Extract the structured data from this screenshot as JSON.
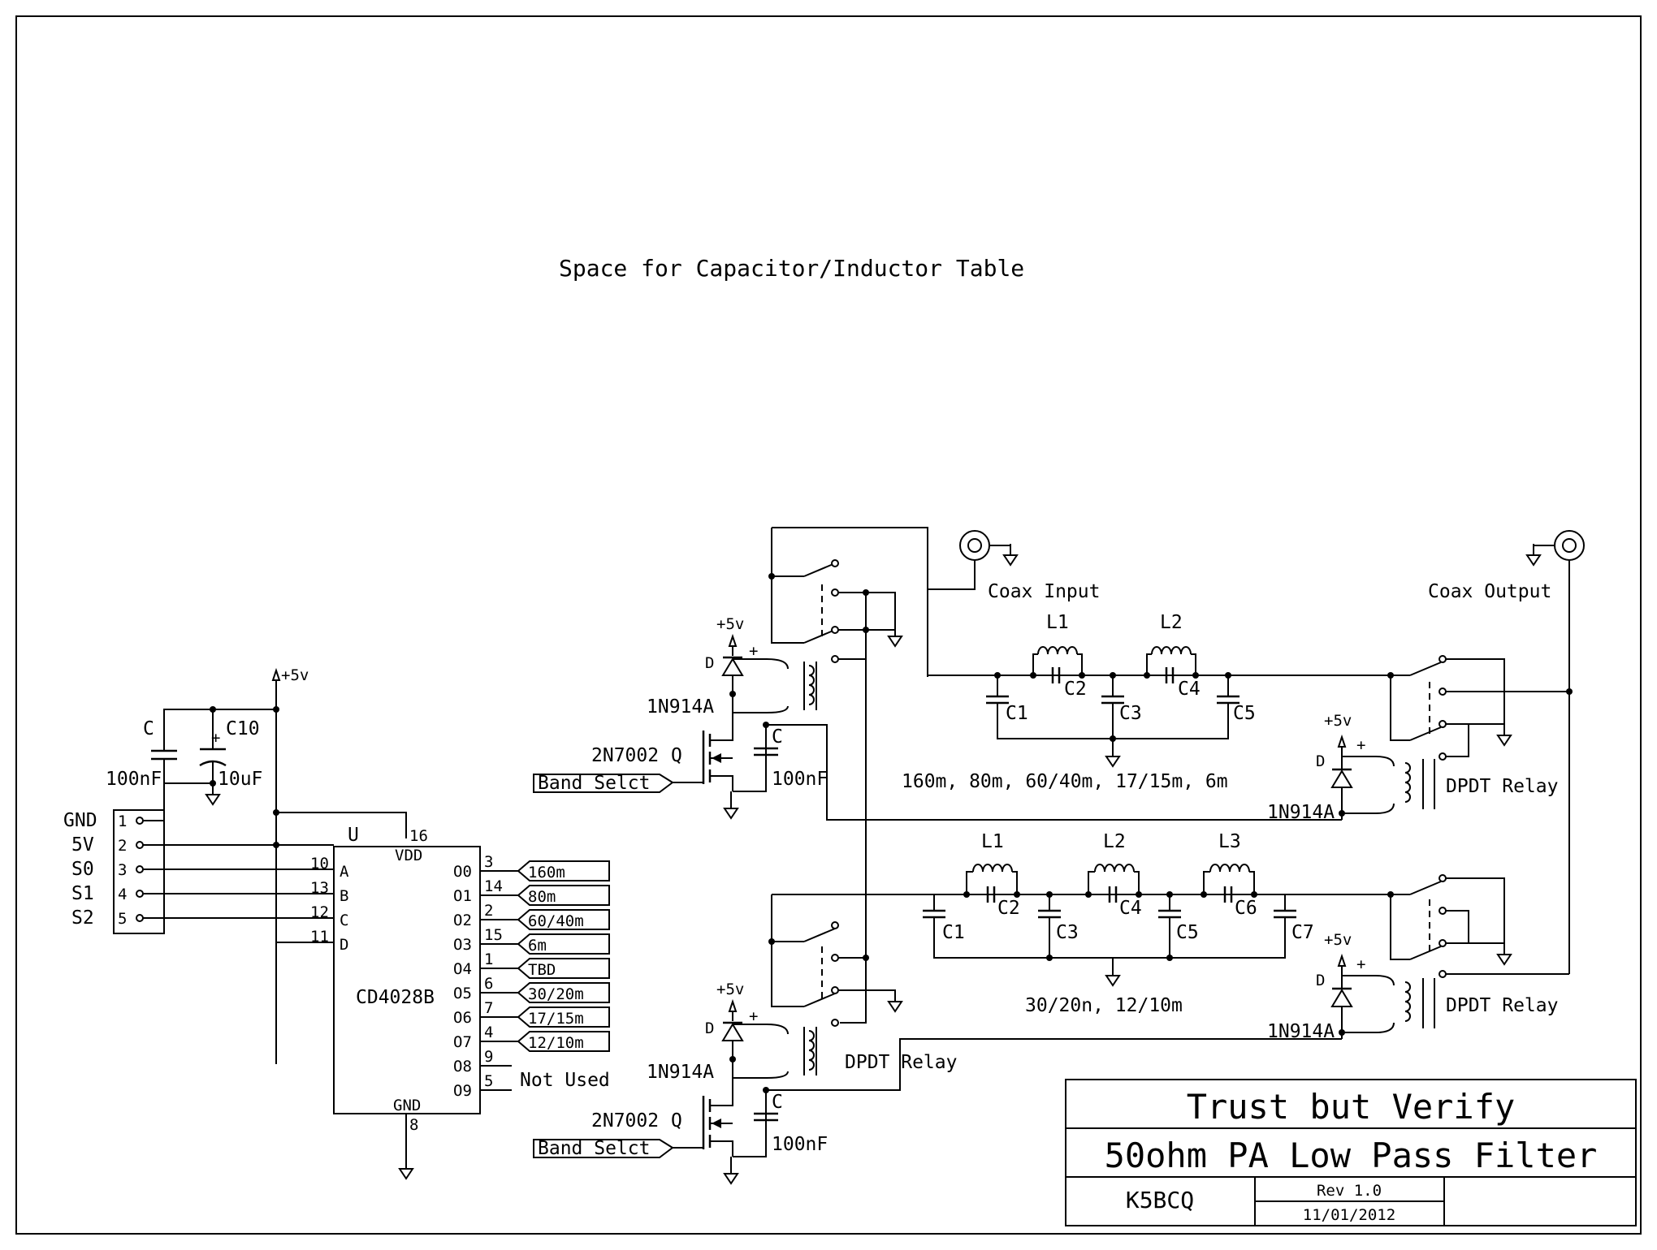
{
  "note": "Space for Capacitor/Inductor Table",
  "supply": {
    "vcc": "+5v",
    "vcc_small": "+5v"
  },
  "connector": {
    "pins": [
      {
        "num": "1",
        "name": "GND"
      },
      {
        "num": "2",
        "name": "5V"
      },
      {
        "num": "3",
        "name": "S0"
      },
      {
        "num": "4",
        "name": "S1"
      },
      {
        "num": "5",
        "name": "S2"
      }
    ]
  },
  "decoupling": {
    "c_ref": "C",
    "c_val": "100nF",
    "c10_ref": "C10",
    "c10_val": "10uF",
    "plus": "+"
  },
  "ic": {
    "part": "CD4028B",
    "ref": "U",
    "vdd_pin": "16",
    "vdd": "VDD",
    "gnd_pin": "8",
    "gnd": "GND",
    "inputs": [
      {
        "pin": "10",
        "name": "A"
      },
      {
        "pin": "13",
        "name": "B"
      },
      {
        "pin": "12",
        "name": "C"
      },
      {
        "pin": "11",
        "name": "D"
      }
    ],
    "outputs": [
      {
        "pin": "3",
        "name": "O0",
        "net": "160m"
      },
      {
        "pin": "14",
        "name": "O1",
        "net": "80m"
      },
      {
        "pin": "2",
        "name": "O2",
        "net": "60/40m"
      },
      {
        "pin": "15",
        "name": "O3",
        "net": "6m"
      },
      {
        "pin": "1",
        "name": "O4",
        "net": "TBD"
      },
      {
        "pin": "6",
        "name": "O5",
        "net": "30/20m"
      },
      {
        "pin": "7",
        "name": "O6",
        "net": "17/15m"
      },
      {
        "pin": "4",
        "name": "O7",
        "net": "12/10m"
      },
      {
        "pin": "9",
        "name": "O8",
        "net": ""
      },
      {
        "pin": "5",
        "name": "O9",
        "net": ""
      }
    ],
    "not_used": "Not Used"
  },
  "drivers": {
    "plus5": "+5v",
    "plus": "+",
    "diode_ref": "D",
    "diode_part": "1N914A",
    "fet_part": "2N7002",
    "fet_ref": "Q",
    "cap_ref": "C",
    "cap_val": "100nF",
    "band_select": "Band Selct",
    "relay": "DPDT Relay"
  },
  "coax": {
    "input": "Coax Input",
    "output": "Coax Output"
  },
  "filter_top": {
    "inductors": [
      "L1",
      "L2"
    ],
    "series_caps": [
      "C2",
      "C4"
    ],
    "shunt_caps": [
      "C1",
      "C3",
      "C5"
    ],
    "bands": "160m, 80m, 60/40m, 17/15m, 6m"
  },
  "filter_bottom": {
    "inductors": [
      "L1",
      "L2",
      "L3"
    ],
    "series_caps": [
      "C2",
      "C4",
      "C6"
    ],
    "shunt_caps": [
      "C1",
      "C3",
      "C5",
      "C7"
    ],
    "bands": "30/20n, 12/10m"
  },
  "title_block": {
    "line1": "Trust but Verify",
    "line2": "50ohm PA Low Pass Filter",
    "author": "K5BCQ",
    "rev": "Rev 1.0",
    "date": "11/01/2012"
  }
}
